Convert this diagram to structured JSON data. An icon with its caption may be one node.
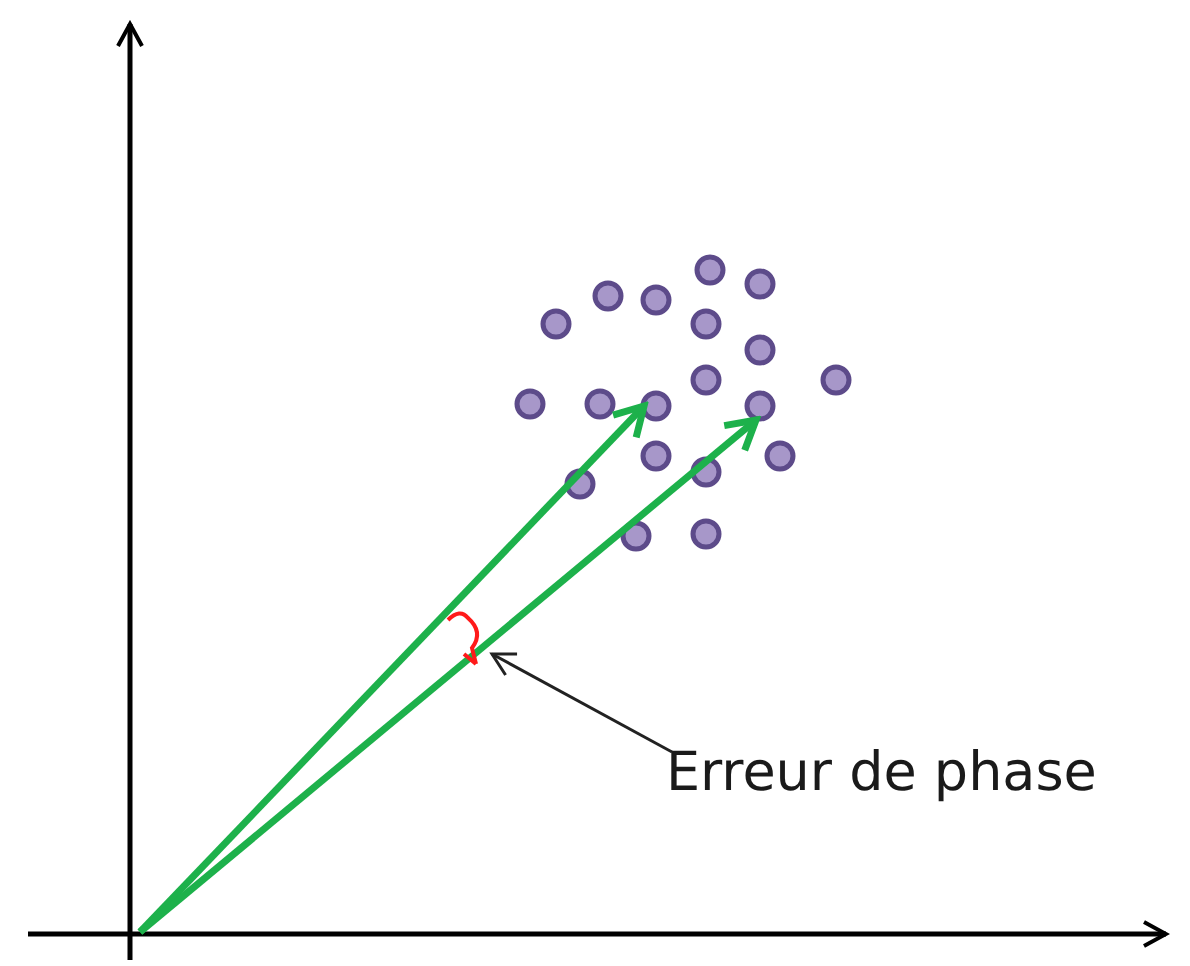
{
  "diagram": {
    "nodes": [
      {
        "text": [
          "Erreur de phase"
        ]
      },
      {
        "text": [],
        "shape": "arc"
      }
    ],
    "edges": [
      {
        "from": 0,
        "to": 1,
        "arrow": "to"
      }
    ]
  }
}
